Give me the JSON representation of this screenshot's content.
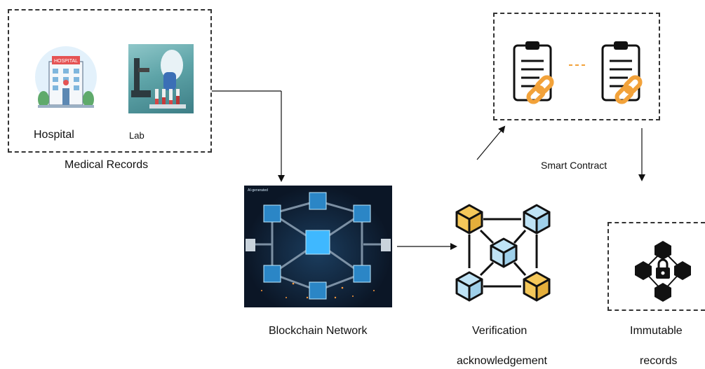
{
  "medical_records": {
    "hospital_label": "Hospital",
    "hospital_sign": "HOSPITAL",
    "lab_label": "Lab",
    "caption": "Medical Records"
  },
  "blockchain": {
    "label": "Blockchain Network",
    "ai_badge": "AI-generated"
  },
  "verification": {
    "label_line1": "Verification",
    "label_line2": "acknowledgement"
  },
  "smart_contract": {
    "label": "Smart Contract"
  },
  "immutable": {
    "label_line1": "Immutable",
    "label_line2": "records"
  },
  "colors": {
    "cube_yellow": "#f5c85a",
    "cube_blue": "#bfe3f5",
    "chain_orange": "#f2a23a",
    "blockchain_bg": "#0b1626",
    "glow_cyan": "#3fb8ff"
  }
}
